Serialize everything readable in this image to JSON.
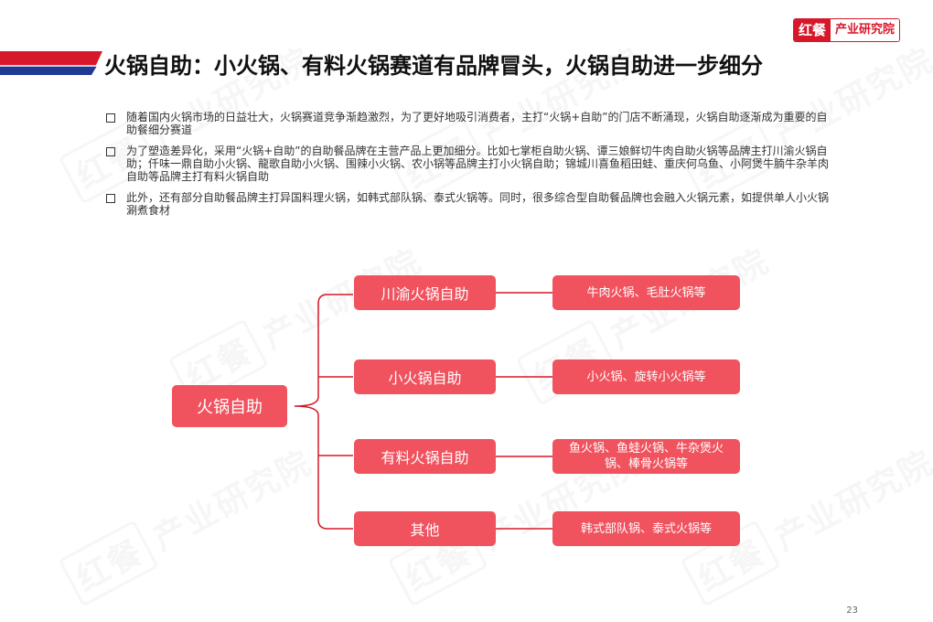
{
  "logo": {
    "mark": "红餐",
    "text": "产业研究院"
  },
  "watermark": {
    "seal": "红餐",
    "text": "产业研究院"
  },
  "header": {
    "title": "火锅自助：小火锅、有料火锅赛道有品牌冒头，火锅自助进一步细分"
  },
  "bullets": [
    "随着国内火锅市场的日益壮大，火锅赛道竞争渐趋激烈，为了更好地吸引消费者，主打“火锅+自助”的门店不断涌现，火锅自助逐渐成为重要的自助餐细分赛道",
    "为了塑造差异化，采用“火锅+自助”的自助餐品牌在主营产品上更加细分。比如七掌柜自助火锅、谭三娘鲜切牛肉自助火锅等品牌主打川渝火锅自助；仟味一鼎自助小火锅、龍歌自助小火锅、围辣小火锅、农小锅等品牌主打小火锅自助；锦城川喜鱼稻田蛙、重庆何乌鱼、小阿煲牛腩牛杂羊肉自助等品牌主打有料火锅自助",
    "此外，还有部分自助餐品牌主打异国料理火锅，如韩式部队锅、泰式火锅等。同时，很多综合型自助餐品牌也会融入火锅元素，如提供单人小火锅涮煮食材"
  ],
  "diagram": {
    "root": "火锅自助",
    "branches": [
      {
        "label": "川渝火锅自助",
        "detail": "牛肉火锅、毛肚火锅等"
      },
      {
        "label": "小火锅自助",
        "detail": "小火锅、旋转小火锅等"
      },
      {
        "label": "有料火锅自助",
        "detail": "鱼火锅、鱼蛙火锅、牛杂煲火锅、棒骨火锅等"
      },
      {
        "label": "其他",
        "detail": "韩式部队锅、泰式火锅等"
      }
    ]
  },
  "colors": {
    "accent": "#d7182a",
    "node": "#f0525e",
    "navy": "#1f3a93"
  },
  "page": {
    "number": "23"
  }
}
